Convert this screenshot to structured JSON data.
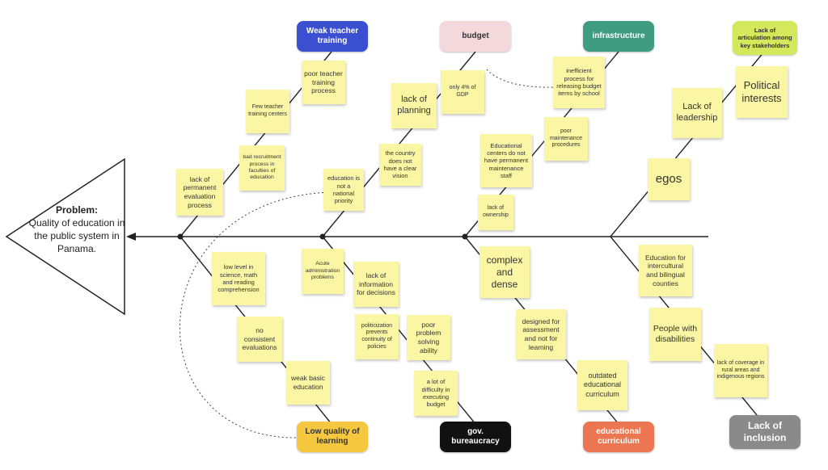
{
  "problem": {
    "title": "Problem:",
    "text": "Quality of education in the public system in Panama."
  },
  "categories": {
    "weak_teacher_training": {
      "label": "Weak teacher training",
      "color": "#3b4fd1",
      "text_color": "#ffffff"
    },
    "budget": {
      "label": "budget",
      "color": "#f3d9dc",
      "text_color": "#333333"
    },
    "infrastructure": {
      "label": "infrastructure",
      "color": "#3f9c80",
      "text_color": "#ffffff"
    },
    "lack_of_articulation": {
      "label": "Lack of articulation among key stakeholders",
      "color": "#d3e85a",
      "text_color": "#333333"
    },
    "low_quality_of_learning": {
      "label": "Low quality of learning",
      "color": "#f5c840",
      "text_color": "#333333"
    },
    "gov_bureaucracy": {
      "label": "gov. bureaucracy",
      "color": "#111111",
      "text_color": "#ffffff"
    },
    "educational_curriculum": {
      "label": "educational curriculum",
      "color": "#ec7652",
      "text_color": "#ffffff"
    },
    "lack_of_inclusion": {
      "label": "Lack of inclusion",
      "color": "#8a8a8a",
      "text_color": "#ffffff"
    }
  },
  "notes": {
    "poor_teacher_training_process": "poor teacher training process",
    "few_teacher_training_centers": "Few teacher training centers",
    "bad_recruitment_process": "bad recruitment process in faculties of education",
    "lack_of_permanent_evaluation": "lack of permanent evaluation process",
    "only_4_percent_gdp": "only 4% of GDP",
    "lack_of_planning": "lack of planning",
    "no_clear_vision": "the country does not have a clear vision",
    "not_national_priority": "education is not a national priority",
    "inefficient_budget_release": "inefficient process for releasing budget items by school",
    "poor_maintenance": "poor maintenance procedures",
    "no_permanent_maintenance_staff": "Educational centers do not have permanent maintenance staff",
    "lack_of_ownership": "lack of ownership",
    "political_interests": "Political interests",
    "lack_of_leadership": "Lack of leadership",
    "egos": "egos",
    "low_level_science_math": "low level in science, math and reading comprehension",
    "no_consistent_evaluations": "no consistent evaluations",
    "weak_basic_education": "weak basic education",
    "acute_administration": "Acute administration problems",
    "lack_of_information": "lack of information for decisions",
    "politicization": "politicization prevents continuity of policies",
    "poor_problem_solving": "poor problem solving ability",
    "difficulty_executing_budget": "a lot of difficulty in executing budget",
    "complex_and_dense": "complex and dense",
    "designed_for_assessment": "designed for assessment and not for learning",
    "outdated_curriculum": "outdated educational curriculum",
    "intercultural_education": "Education for intercultural and bilingual counties",
    "people_with_disabilities": "People with disabilities",
    "lack_of_coverage_rural": "lack of coverage in rural areas and indigenous regions"
  },
  "style": {
    "note_color": "#fbf6a3",
    "line_color": "#222222"
  }
}
